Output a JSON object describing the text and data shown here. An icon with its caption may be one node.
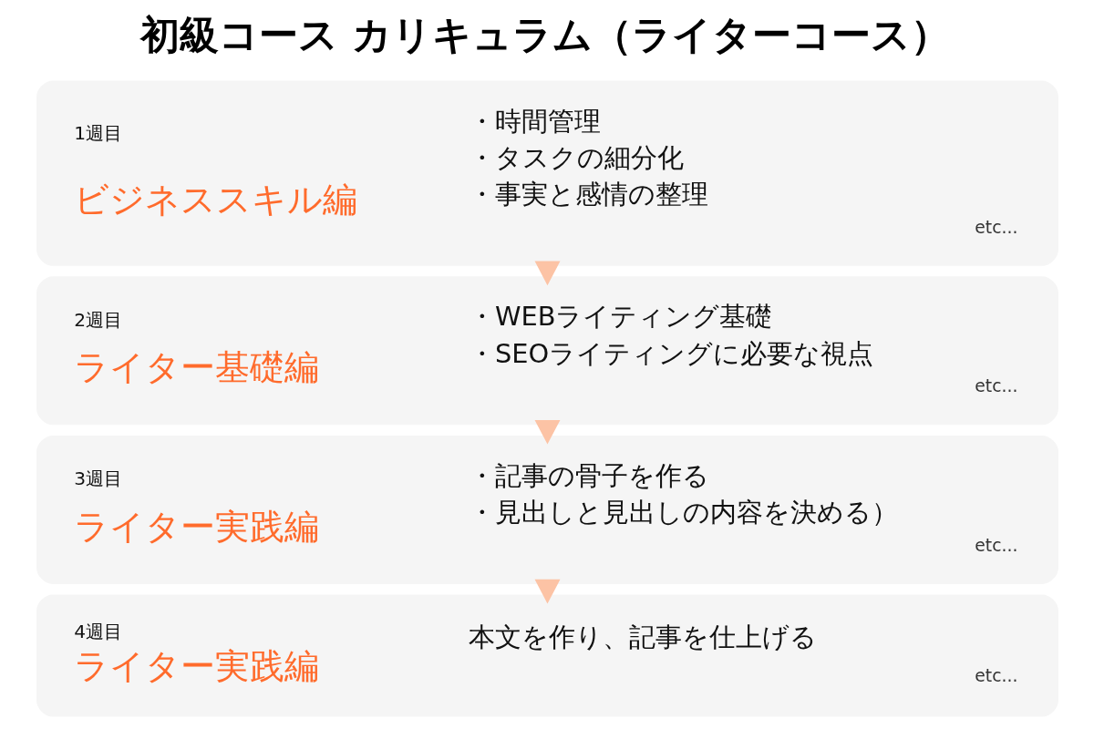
{
  "diagram": {
    "title": "初級コース カリキュラム（ライターコース）",
    "nodes": [
      {
        "text": [
          "1週目",
          "ビジネススキル編",
          "・時間管理",
          "・タスクの細分化",
          "・事実と感情の整理",
          "etc..."
        ]
      },
      {
        "text": [
          "2週目",
          "ライター基礎編",
          "・WEBライティング基礎",
          "・SEOライティングに必要な視点",
          "etc..."
        ]
      },
      {
        "text": [
          "3週目",
          "ライター実践編",
          "・記事の骨子を作る",
          "・見出しと見出しの内容を決める）",
          "etc..."
        ]
      },
      {
        "text": [
          "4週目",
          "ライター実践編",
          "本文を作り、記事を仕上げる",
          "etc..."
        ]
      }
    ],
    "edges": [
      {
        "from": 0,
        "to": 1,
        "arrow": "to"
      },
      {
        "from": 1,
        "to": 2,
        "arrow": "to"
      },
      {
        "from": 2,
        "to": 3,
        "arrow": "to"
      }
    ]
  }
}
